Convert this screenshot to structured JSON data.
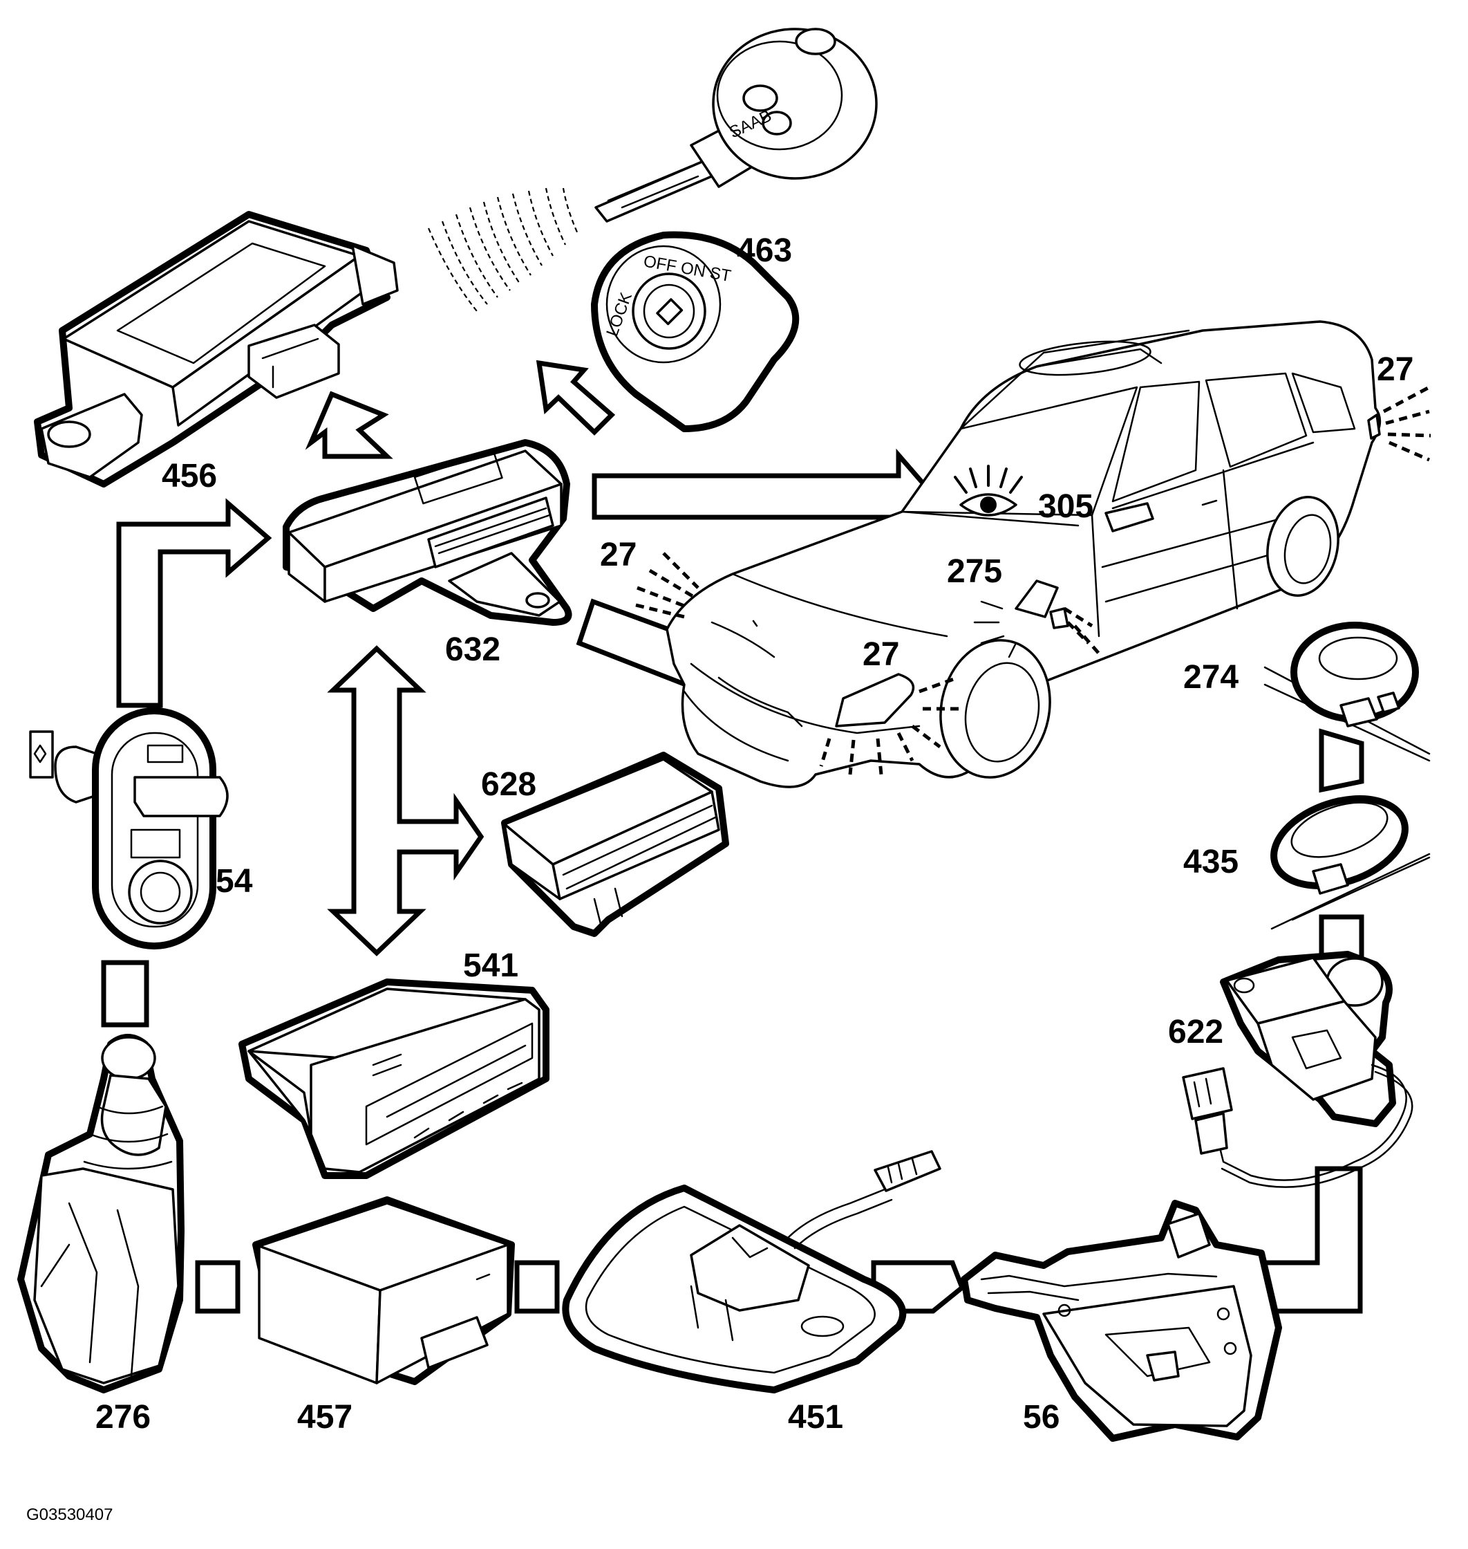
{
  "labels": {
    "key_fob_receiver": "456",
    "ignition_switch": "463",
    "main_module": "632",
    "module_628": "628",
    "display_module": "541",
    "door_switch": "54",
    "gear_selector": "276",
    "module_457": "457",
    "overhead_unit": "451",
    "trunk_lock": "56",
    "trunk_motor": "622",
    "lock_cylinder_274": "274",
    "lock_cylinder_435": "435",
    "horn_lights_rear": "27",
    "horn_lights_front_left": "27",
    "horn_lights_front_right": "27",
    "indicator_light": "305",
    "hood_switch": "275"
  },
  "figure_code": "G03530407",
  "ignition_positions": {
    "lock": "LOCK",
    "off_on_st": "OFF ON ST"
  },
  "key_brand": "SAAB"
}
